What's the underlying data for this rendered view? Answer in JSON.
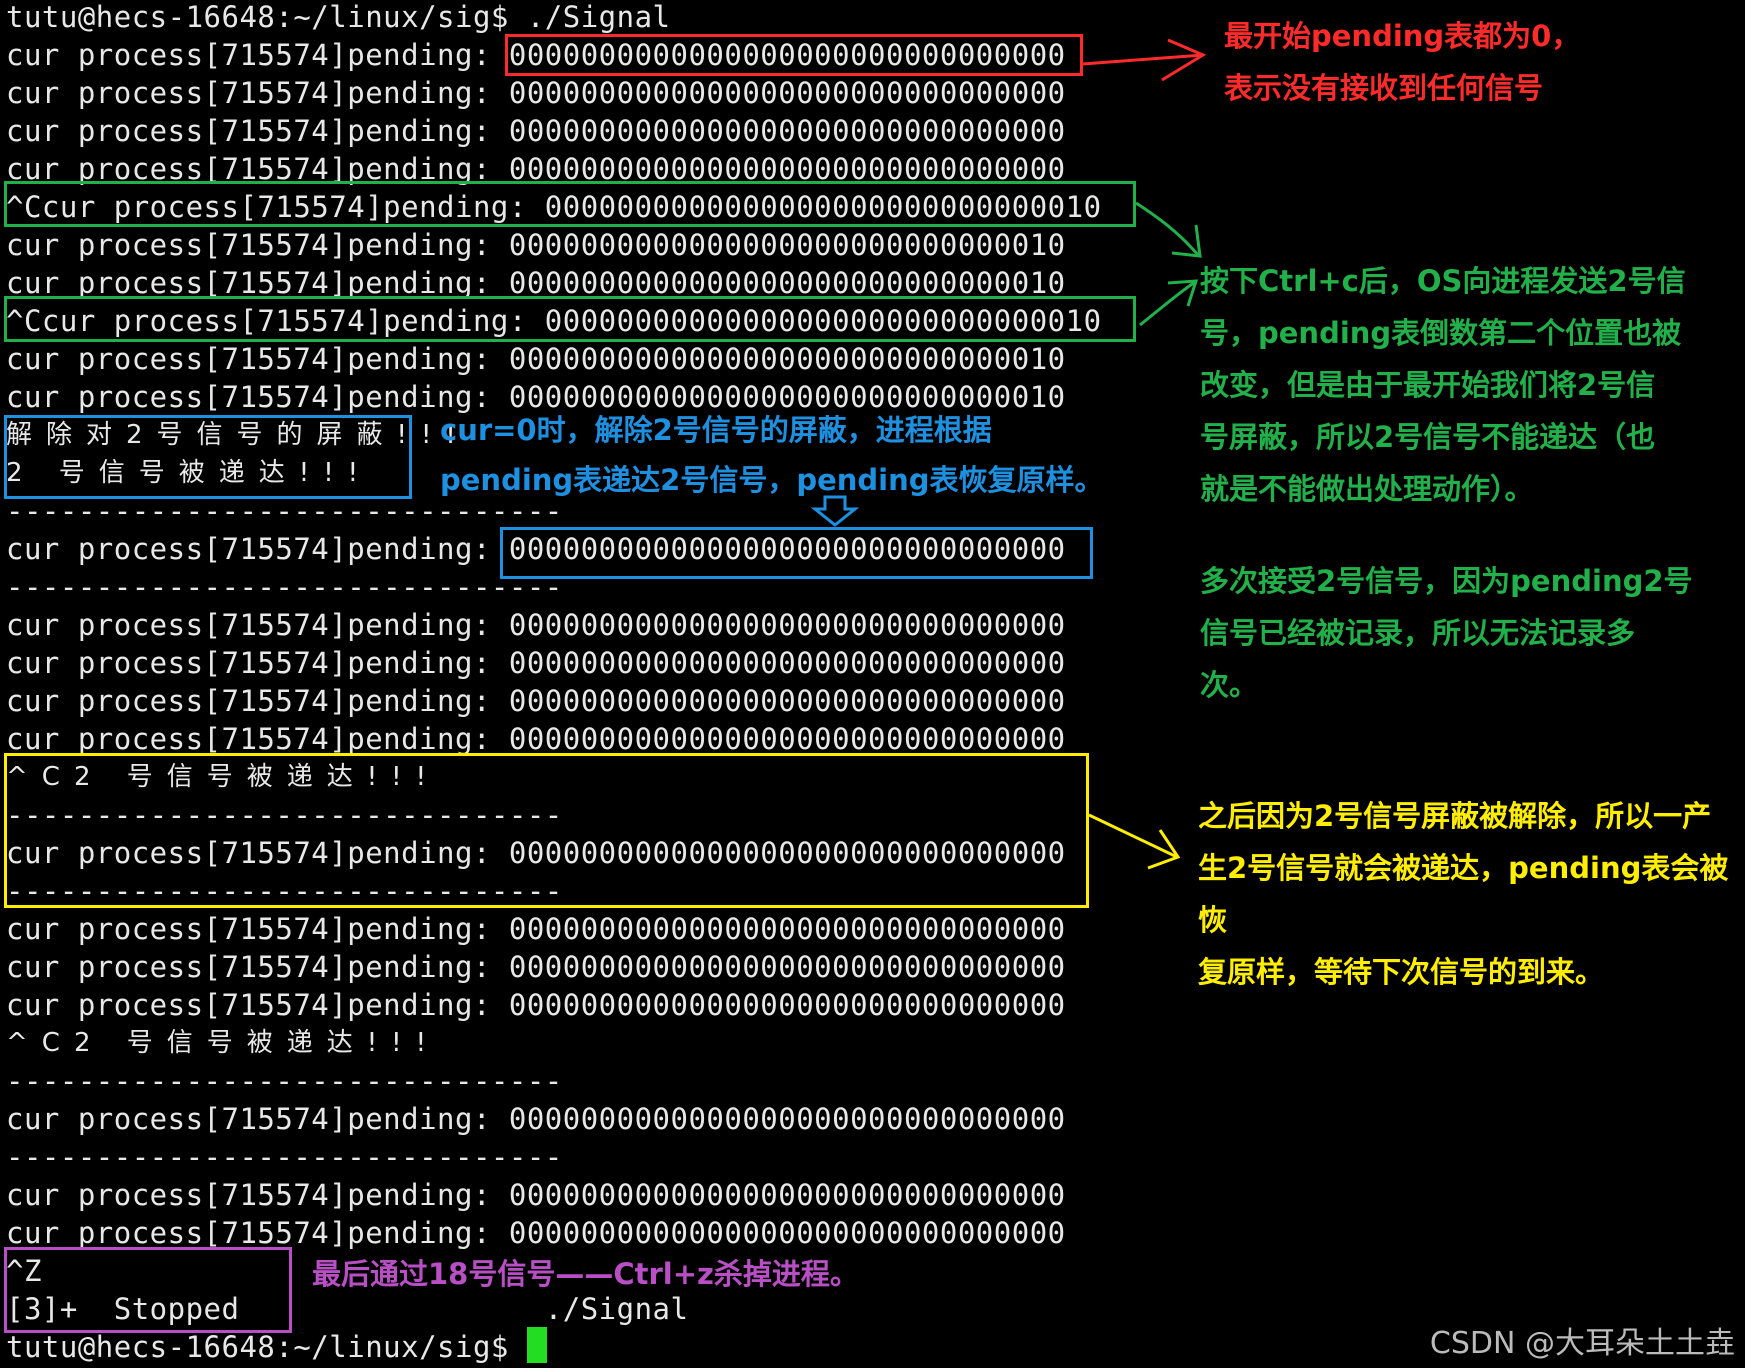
{
  "terminal": {
    "prompt": "tutu@hecs-16648:~/linux/sig$",
    "lines": [
      {
        "text": "tutu@hecs-16648:~/linux/sig$ ./Signal"
      },
      {
        "text": "cur process[715574]pending: 0000000000000000000000000000000"
      },
      {
        "text": "cur process[715574]pending: 0000000000000000000000000000000"
      },
      {
        "text": "cur process[715574]pending: 0000000000000000000000000000000"
      },
      {
        "text": "cur process[715574]pending: 0000000000000000000000000000000"
      },
      {
        "text": "^Ccur process[715574]pending: 0000000000000000000000000000010"
      },
      {
        "text": "cur process[715574]pending: 0000000000000000000000000000010"
      },
      {
        "text": "cur process[715574]pending: 0000000000000000000000000000010"
      },
      {
        "text": "^Ccur process[715574]pending: 0000000000000000000000000000010"
      },
      {
        "text": "cur process[715574]pending: 0000000000000000000000000000010"
      },
      {
        "text": "cur process[715574]pending: 0000000000000000000000000000010"
      },
      {
        "text": "解除对2号信号的屏蔽!!!",
        "cjk": true
      },
      {
        "text": "2 号信号被递达!!!",
        "cjk": true
      },
      {
        "text": "-------------------------------"
      },
      {
        "text": "cur process[715574]pending: 0000000000000000000000000000000"
      },
      {
        "text": "-------------------------------"
      },
      {
        "text": "cur process[715574]pending: 0000000000000000000000000000000"
      },
      {
        "text": "cur process[715574]pending: 0000000000000000000000000000000"
      },
      {
        "text": "cur process[715574]pending: 0000000000000000000000000000000"
      },
      {
        "text": "cur process[715574]pending: 0000000000000000000000000000000"
      },
      {
        "text": "^C2 号信号被递达!!!",
        "cjk": true
      },
      {
        "text": "-------------------------------"
      },
      {
        "text": "cur process[715574]pending: 0000000000000000000000000000000"
      },
      {
        "text": "-------------------------------"
      },
      {
        "text": "cur process[715574]pending: 0000000000000000000000000000000"
      },
      {
        "text": "cur process[715574]pending: 0000000000000000000000000000000"
      },
      {
        "text": "cur process[715574]pending: 0000000000000000000000000000000"
      },
      {
        "text": "^C2 号信号被递达!!!",
        "cjk": true
      },
      {
        "text": "-------------------------------"
      },
      {
        "text": "cur process[715574]pending: 0000000000000000000000000000000"
      },
      {
        "text": "-------------------------------"
      },
      {
        "text": "cur process[715574]pending: 0000000000000000000000000000000"
      },
      {
        "text": "cur process[715574]pending: 0000000000000000000000000000000"
      },
      {
        "text": "^Z"
      },
      {
        "text": "[3]+  Stopped                 ./Signal"
      },
      {
        "text": "tutu@hecs-16648:~/linux/sig$ "
      }
    ]
  },
  "annotations": {
    "red_note": "最开始pending表都为0，\n表示没有接收到任何信号",
    "green_note_1": "按下Ctrl+c后，OS向进程发送2号信\n号，pending表倒数第二个位置也被\n改变，但是由于最开始我们将2号信\n号屏蔽，所以2号信号不能递达（也\n就是不能做出处理动作）。",
    "green_note_2": "多次接受2号信号，因为pending2号\n信号已经被记录，所以无法记录多\n次。",
    "blue_note": "cur=0时，解除2号信号的屏蔽，进程根据\npending表递达2号信号，pending表恢复原样。",
    "yellow_note": "之后因为2号信号屏蔽被解除，所以一产\n生2号信号就会被递达，pending表会被恢\n复原样，等待下次信号的到来。",
    "purple_note": "最后通过18号信号——Ctrl+z杀掉进程。"
  },
  "colors": {
    "red": "#ff2a2a",
    "green": "#22b04a",
    "blue": "#1e90e0",
    "yellow": "#ffee00",
    "purple": "#b84fc4",
    "cursor": "#22dd22"
  },
  "watermark": "CSDN @大耳朵土土垚"
}
